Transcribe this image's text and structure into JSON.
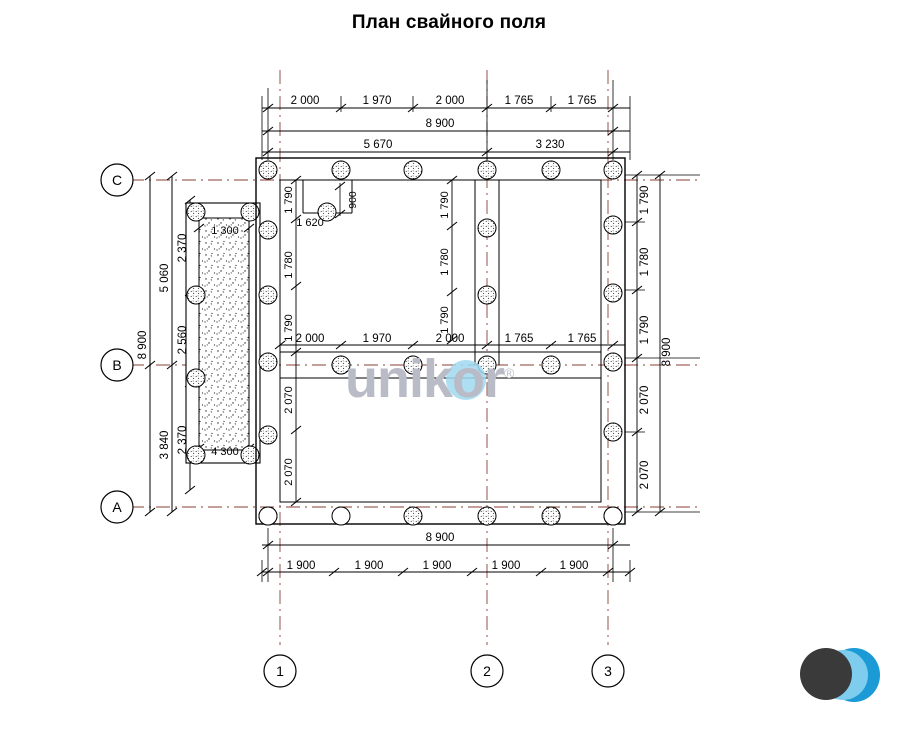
{
  "title": "План свайного поля",
  "watermark": {
    "text": "unikor",
    "mark": "®"
  },
  "logo": {
    "name": "unikor-logo",
    "colors": [
      "#3a3a3a",
      "#7fcdee",
      "#1b9ad6"
    ]
  },
  "axes": {
    "horizontal_labels": [
      "C",
      "B",
      "A"
    ],
    "vertical_labels": [
      "1",
      "2",
      "3"
    ]
  },
  "dimensions": {
    "top_chain": [
      "2 000",
      "1 970",
      "2 000",
      "1 765",
      "1 765"
    ],
    "top_total": "8 900",
    "top_split": [
      "5 670",
      "3 230"
    ],
    "middle_chain": [
      "2 000",
      "1 970",
      "2 000",
      "1 765",
      "1 765"
    ],
    "bottom_total": "8 900",
    "bottom_chain": [
      "1 900",
      "1 900",
      "1 900",
      "1 900",
      "1 900"
    ],
    "left_outer": "8 900",
    "left_mid": [
      "5 060",
      "3 840"
    ],
    "left_inner": [
      "2 370",
      "2 560",
      "2 370"
    ],
    "left_plan_chain": [
      "1 790",
      "1 780",
      "1 790",
      "2 070",
      "2 070"
    ],
    "right_chain": [
      "1 790",
      "1 780",
      "1 790",
      "2 070",
      "2 070"
    ],
    "right_total": "8 900",
    "slab_top": "1 300",
    "slab_bottom": "4 300",
    "niche_width": "900",
    "niche_offset": "1 620"
  },
  "colors": {
    "line": "#000000",
    "axis_line": "#8a3f36",
    "watermark": "#b9bcc6",
    "watermark_dot": "#9fd8f0"
  },
  "piles": {
    "hatched_label": "pile-hatched",
    "open_label": "pile-open",
    "top_row_x": [
      268,
      341,
      413,
      487,
      551,
      613
    ],
    "bottom_row_x": [
      268,
      341,
      413,
      487,
      551,
      613
    ],
    "left_col_y": [
      170,
      230,
      295,
      360,
      435,
      518
    ],
    "right_col_y": [
      170,
      225,
      293,
      362,
      432,
      518
    ],
    "mid_row_x": [
      268,
      341,
      413,
      487,
      551,
      613
    ],
    "inner_wall_y": [
      170,
      228,
      295,
      362
    ],
    "niche_pile": [
      327,
      212
    ]
  }
}
